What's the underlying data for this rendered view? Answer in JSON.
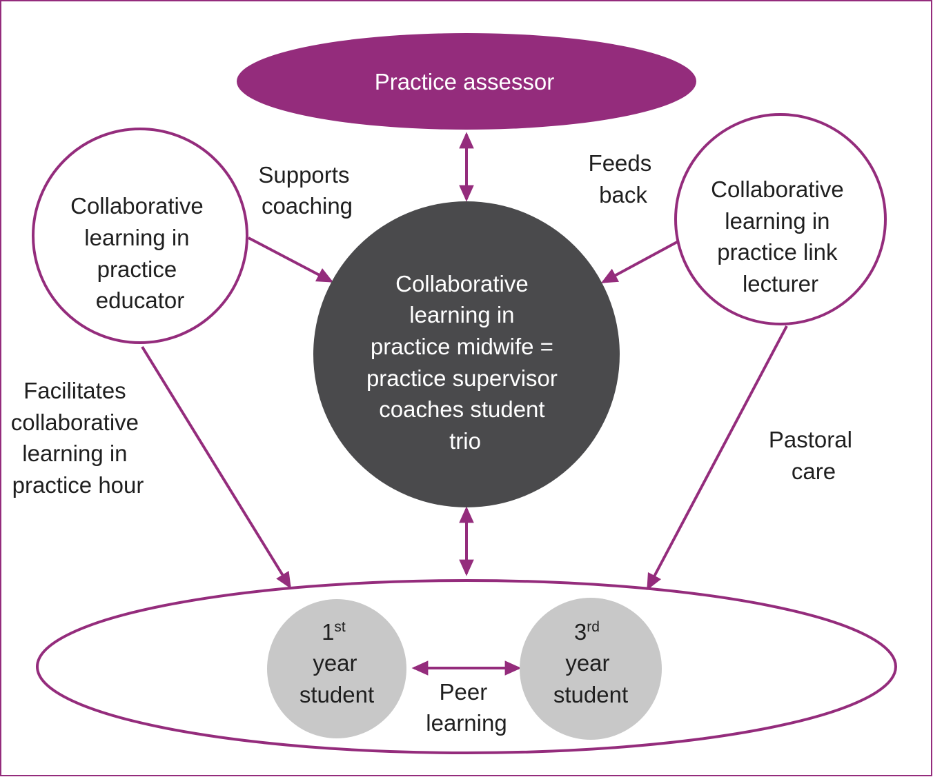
{
  "colors": {
    "accent": "#942c7c",
    "center_fill": "#4a4a4c",
    "student_fill": "#c8c8c8",
    "text_dark": "#1f1f1f",
    "text_light": "#ffffff"
  },
  "nodes": {
    "practice_assessor": "Practice assessor",
    "educator": [
      "Collaborative",
      "learning in",
      "practice",
      "educator"
    ],
    "link_lecturer": [
      "Collaborative",
      "learning in",
      "practice link",
      "lecturer"
    ],
    "center": [
      "Collaborative",
      "learning in",
      "practice midwife =",
      "practice supervisor",
      "coaches student",
      "trio"
    ],
    "first_year": {
      "num": "1",
      "sup": "st",
      "line2": "year",
      "line3": "student"
    },
    "third_year": {
      "num": "3",
      "sup": "rd",
      "line2": "year",
      "line3": "student"
    }
  },
  "edge_labels": {
    "supports_coaching": [
      "Supports",
      "coaching"
    ],
    "feeds_back": [
      "Feeds",
      "back"
    ],
    "facilitates": [
      "Facilitates",
      "collaborative",
      "learning in",
      "practice hour"
    ],
    "pastoral_care": [
      "Pastoral",
      "care"
    ],
    "peer_learning": [
      "Peer",
      "learning"
    ]
  }
}
